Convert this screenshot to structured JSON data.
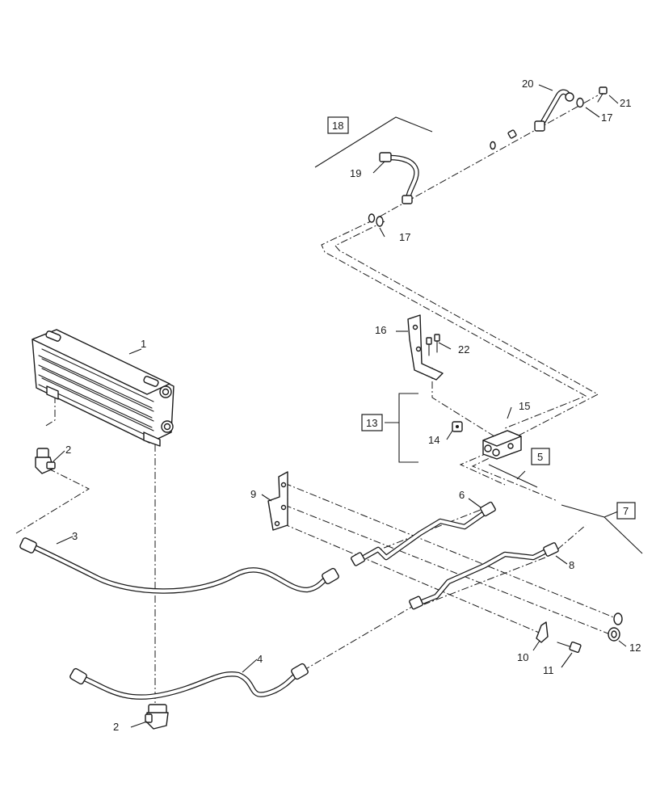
{
  "callouts": {
    "c1": "1",
    "c2a": "2",
    "c2b": "2",
    "c3": "3",
    "c4": "4",
    "c5": "5",
    "c6": "6",
    "c7": "7",
    "c8": "8",
    "c9": "9",
    "c10": "10",
    "c11": "11",
    "c12": "12",
    "c13": "13",
    "c14": "14",
    "c15": "15",
    "c16": "16",
    "c17a": "17",
    "c17b": "17",
    "c18": "18",
    "c19": "19",
    "c20": "20",
    "c21": "21",
    "c22": "22"
  }
}
